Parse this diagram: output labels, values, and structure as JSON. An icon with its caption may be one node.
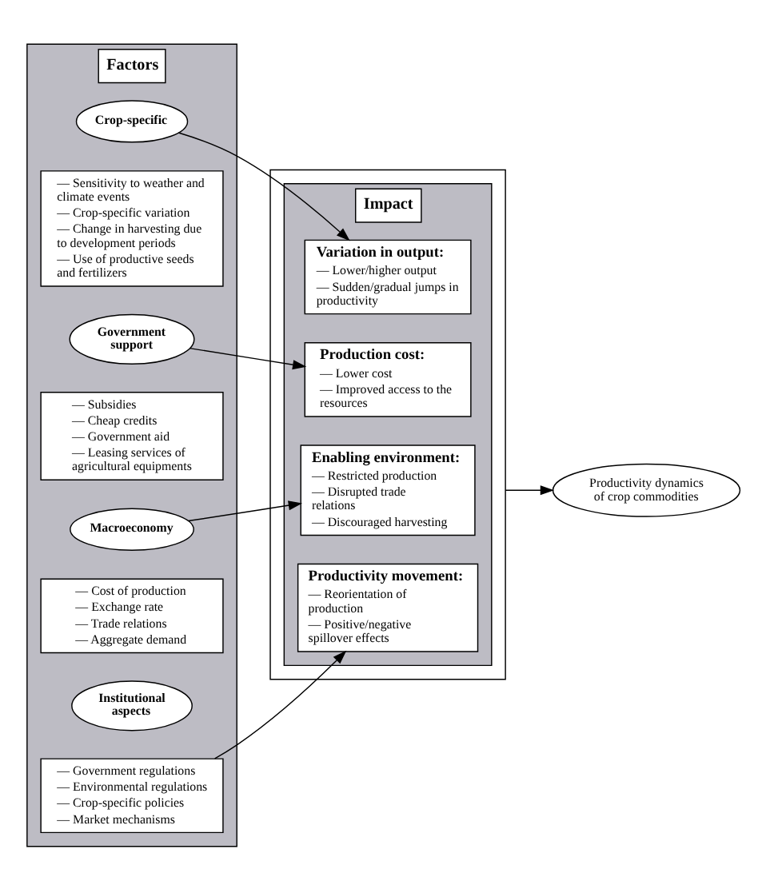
{
  "diagram": {
    "nodes": [
      {
        "text": [
          "Factors"
        ]
      },
      {
        "text": [
          "Crop-specific"
        ],
        "in": 0
      },
      {
        "text": [
          "— Sensitivity to weather and climate events",
          "— Crop-specific variation",
          "— Change in harvesting due to development periods",
          "— Use of productive seeds and fertilizers"
        ],
        "in": 0
      },
      {
        "text": [
          "Government support"
        ],
        "in": 0
      },
      {
        "text": [
          "— Subsidies",
          "— Cheap credits",
          "— Government aid",
          "— Leasing services of agricultural equipments"
        ],
        "in": 0
      },
      {
        "text": [
          "Macroeconomy"
        ],
        "in": 0
      },
      {
        "text": [
          "— Cost of production",
          "— Exchange rate",
          "— Trade relations",
          "— Aggregate demand"
        ],
        "in": 0
      },
      {
        "text": [
          "Institutional aspects"
        ],
        "in": 0
      },
      {
        "text": [
          "— Government regulations",
          "— Environmental regulations",
          "— Crop-specific policies",
          "— Market mechanisms"
        ],
        "in": 0
      },
      {
        "text": [],
        "shape": "box"
      },
      {
        "text": [
          "Impact"
        ],
        "in": 9
      },
      {
        "text": [
          "Variation in output:",
          "— Lower/higher output",
          "— Sudden/gradual jumps in productivity"
        ],
        "in": 10
      },
      {
        "text": [
          "Production cost:",
          "— Lower cost",
          "— Improved access to the resources"
        ],
        "in": 10
      },
      {
        "text": [
          "Enabling environment:",
          "— Restricted production",
          "— Disrupted trade relations",
          "— Discouraged harvesting"
        ],
        "in": 10
      },
      {
        "text": [
          "Productivity movement:",
          "— Reorientation of production",
          "— Positive/negative spillover effects"
        ],
        "in": 10
      },
      {
        "text": [
          "Productivity dynamics of crop commodities"
        ]
      }
    ],
    "edges": [
      {
        "from": 1,
        "to": 11,
        "arrow": "to"
      },
      {
        "from": 3,
        "to": 12,
        "arrow": "to"
      },
      {
        "from": 5,
        "to": 13,
        "arrow": "to"
      },
      {
        "from": 8,
        "to": 14,
        "arrow": "to"
      },
      {
        "from": 9,
        "to": 15,
        "arrow": "to"
      }
    ]
  }
}
